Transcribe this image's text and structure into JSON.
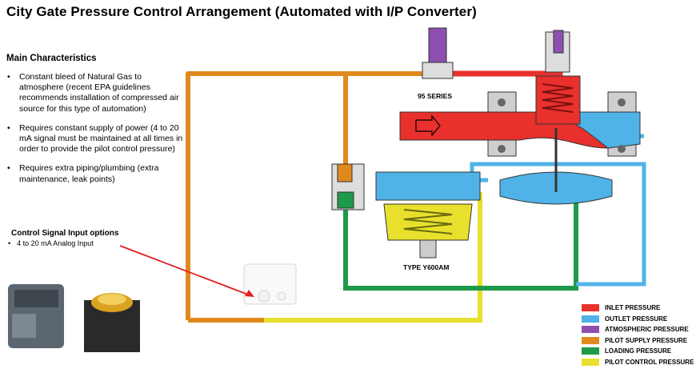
{
  "title": "City Gate Pressure Control Arrangement (Automated with I/P Converter)",
  "main_characteristics": {
    "heading": "Main Characteristics",
    "bullets": [
      "Constant bleed of Natural Gas to atmosphere (recent EPA guidelines recommends installation of compressed air source for this type of automation)",
      "Requires constant supply of power (4 to 20 mA signal must be maintained at all times in order to provide the pilot control pressure)",
      "Requires extra piping/plumbing (extra maintenance, leak points)"
    ]
  },
  "control_signal": {
    "heading": "Control Signal Input options",
    "items": [
      "4 to 20 mA Analog Input"
    ]
  },
  "diagram": {
    "series_label": "95 SERIES",
    "type_label": "TYPE Y600AM"
  },
  "legend": [
    {
      "label": "INLET PRESSURE",
      "color": "#e8302c"
    },
    {
      "label": "OUTLET PRESSURE",
      "color": "#4fb3e8"
    },
    {
      "label": "ATMOSPHERIC PRESSURE",
      "color": "#8e4fb0"
    },
    {
      "label": "PILOT SUPPLY PRESSURE",
      "color": "#e08a1e"
    },
    {
      "label": "LOADING PRESSURE",
      "color": "#1e9a4a"
    },
    {
      "label": "PILOT CONTROL PRESSURE",
      "color": "#e8e02c"
    }
  ]
}
